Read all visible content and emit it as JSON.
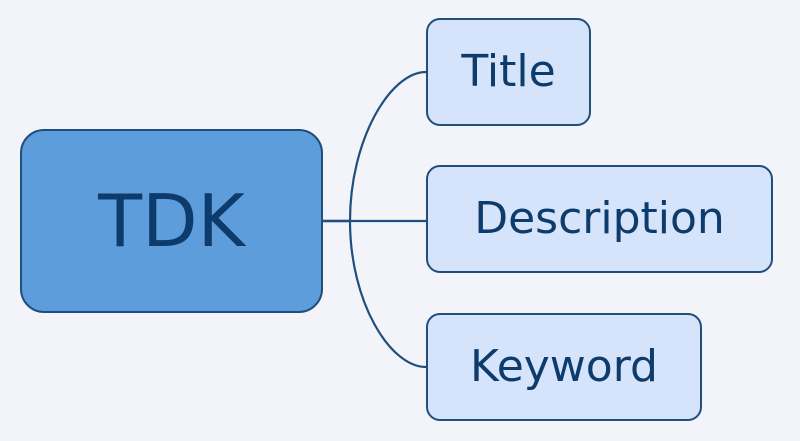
{
  "colors": {
    "background": "#f3f4fa",
    "root_fill": "#5e9ddc",
    "child_fill": "#d6e4fb",
    "border": "#1f4f7d",
    "text": "#0d3b6b",
    "connector": "#1f4f7d"
  },
  "root": {
    "label": "TDK"
  },
  "children": [
    {
      "label": "Title"
    },
    {
      "label": "Description"
    },
    {
      "label": "Keyword"
    }
  ]
}
